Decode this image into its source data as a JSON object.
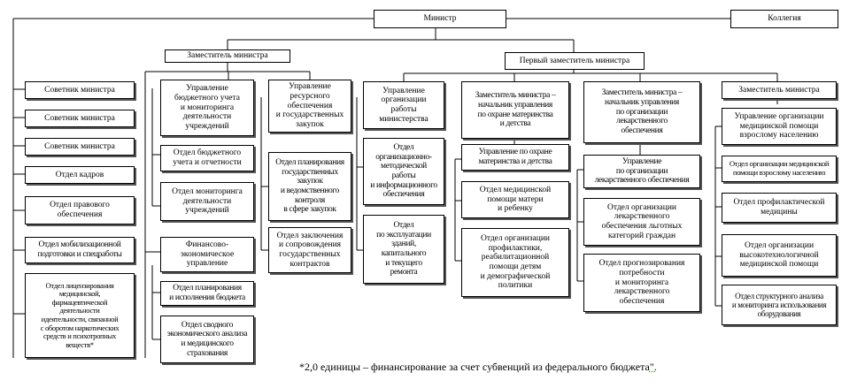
{
  "top": {
    "minister": "Министр",
    "collegium": "Коллегия"
  },
  "level2": {
    "deputy_left": "Заместитель министра",
    "first_deputy": "Первый заместитель министра"
  },
  "advisors": [
    "Советник министра",
    "Советник министра",
    "Советник министра",
    "Отдел кадров",
    "Отдел правового\nобеспечения",
    "Отдел мобилизационной\nподготовки и спецработы",
    "Отдел лицензирования\nмедицинской,\nфармацевтической\nдеятельности\nидеятельности, связанной\nс оборотом наркотических\nсредств и психотропных\nвеществ*"
  ],
  "col_budget": {
    "head": "Управление\nбюджетного учета\nи мониторинга\nдеятельности\nучреждений",
    "items": [
      "Отдел бюджетного\nучета и отчетности",
      "Отдел мониторинга\nдеятельности\nучреждений"
    ]
  },
  "col_finance": {
    "head": "Финансово-\nэкономическое\nуправление",
    "items": [
      "Отдел планирования\nи исполнения бюджета",
      "Отдел сводного\nэкономического анализа\nи медицинского\nстрахования"
    ]
  },
  "col_resource": {
    "head": "Управление\nресурсного\nобеспечения\nи государственных\nзакупок",
    "items": [
      "Отдел планирования\nгосударственных\nзакупок\nи ведомственного\nконтроля\nв сфере закупок",
      "Отдел заключения\nи сопровождения\nгосударственных\nконтрактов"
    ]
  },
  "col_org": {
    "head": "Управление\nорганизации\nработы\nминистерства",
    "items": [
      "Отдел\nорганизационно-\nметодической\nработы\nи информационного\nобеспечения",
      "Отдел\nпо эксплуатации\nзданий,\nкапитального\nи текущего\nремонта"
    ]
  },
  "col_maternity": {
    "head": "Заместитель министра –\nначальник управления\nпо охране материнства\nи детства",
    "items": [
      "Управление по охране\nматеринства и детства",
      "Отдел медицинской\nпомощи матери\nи ребенку",
      "Отдел организации\nпрофилактики,\nреабилитационной\nпомощи детям\nи демографической\nполитики"
    ]
  },
  "col_pharma": {
    "head": "Заместитель министра –\nначальник управления\nпо организации\nлекарственного\nобеспечения",
    "items": [
      "Управление\nпо организации\nлекарственного обеспечения",
      "Отдел организации\nлекарственного\nобеспечения льготных\nкатегорий граждан",
      "Отдел прогнозирования\nпотребности\nи мониторинга\nлекарственного\nобеспечения"
    ]
  },
  "col_medcare": {
    "head": "Заместитель министра",
    "items": [
      "Управление организации\nмедицинской помощи\nвзрослому населению",
      "Отдел организации медицинской\nпомощи взрослому населению",
      "Отдел профилактической\nмедицины",
      "Отдел организации\nвысокотехнологичной\nмедицинской помощи",
      "Отдел структурного анализа\nи мониторинга использования\nоборудования"
    ]
  },
  "footnote": {
    "text": "*2,0 единицы – финансирование за счет субвенций из федерального бюджета",
    "tail": "\"."
  }
}
